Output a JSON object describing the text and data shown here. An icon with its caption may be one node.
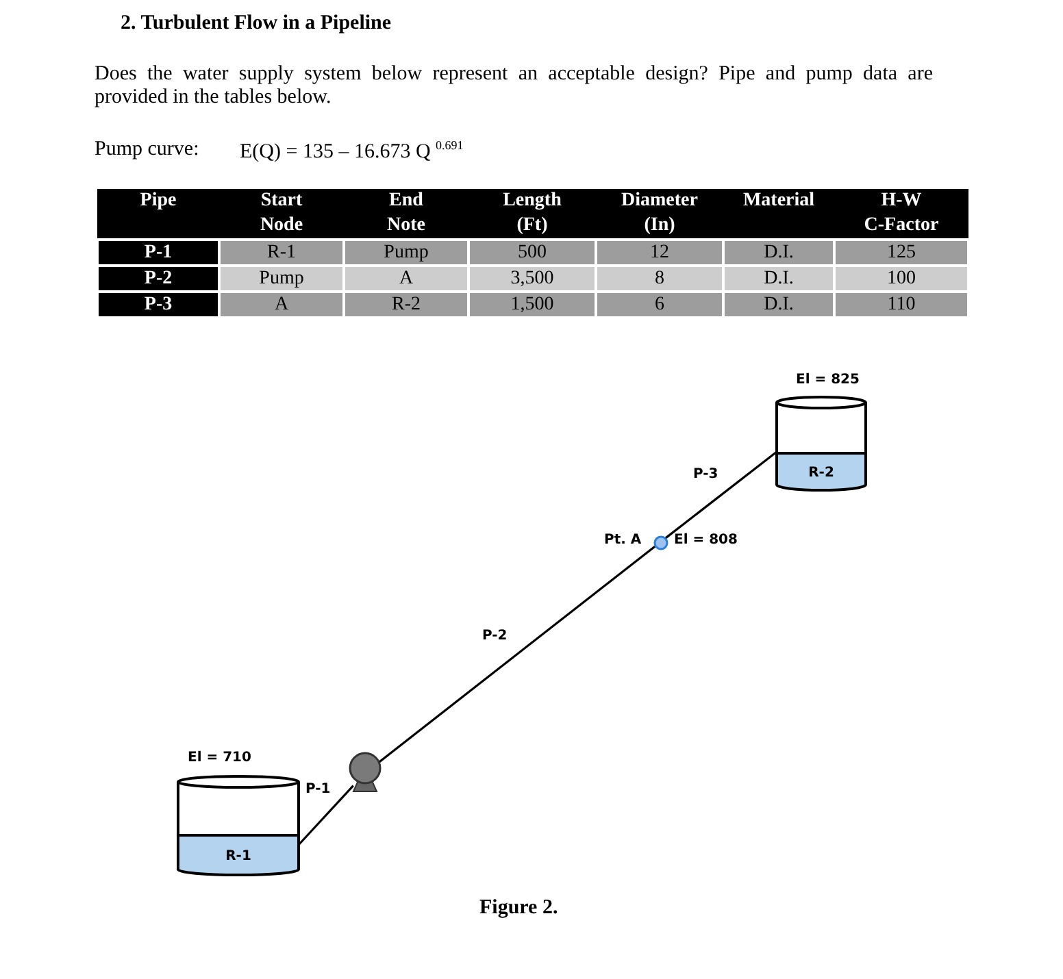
{
  "diagram": {
    "title": "2. Turbulent Flow in a Pipeline",
    "caption": "Figure 2.",
    "nodes": [
      {
        "text": [
          "R-1"
        ],
        "beside": [
          "El = 710"
        ]
      },
      {
        "text": [],
        "shape": "pump"
      },
      {
        "text": [],
        "shape": "circle",
        "beside": [
          "Pt. A",
          "El = 808"
        ]
      },
      {
        "text": [
          "R-2"
        ],
        "beside": [
          "El = 825"
        ]
      }
    ],
    "edges": [
      {
        "from": 0,
        "to": 1,
        "arrow": "none",
        "label": "P-1"
      },
      {
        "from": 1,
        "to": 2,
        "arrow": "none",
        "label": "P-2"
      },
      {
        "from": 2,
        "to": 3,
        "arrow": "none",
        "label": "P-3"
      }
    ],
    "labels": [
      "Does the water supply system below represent an acceptable design? Pipe and pump data are provided in the tables below.",
      "Pump curve:",
      "E(Q) = 135 – 16.673 Q $^{0.691}$",
      "Pipe",
      "Start Node",
      "End Note",
      "Length (Ft)",
      "Diameter (In)",
      "Material",
      "H-W C-Factor",
      "P-1",
      "R-1",
      "Pump",
      "500",
      "12",
      "D.I.",
      "125",
      "P-2",
      "Pump",
      "A",
      "3,500",
      "8",
      "D.I.",
      "100",
      "P-3",
      "A",
      "R-2",
      "1,500",
      "6",
      "D.I.",
      "110"
    ]
  }
}
